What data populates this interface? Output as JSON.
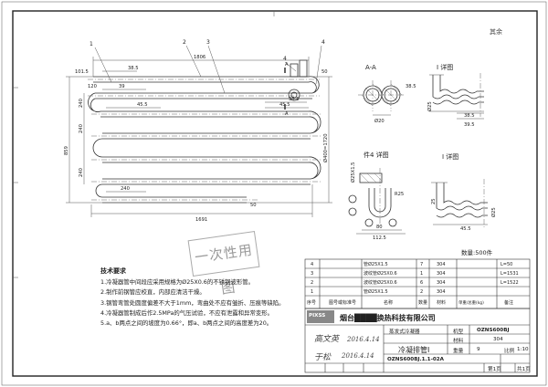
{
  "corner": {
    "label": "其余"
  },
  "views": {
    "aa_title": "A-A",
    "detail1_title": "Ⅰ 详图",
    "part4_title": "件4 详图",
    "detail2_title": "Ⅰ 详图"
  },
  "balloons": {
    "b1": "1",
    "b2": "2",
    "b3": "3",
    "b4": "4",
    "b4b": "4"
  },
  "dims": {
    "d1806": "1806",
    "d1015": "101.5",
    "d385a": "38.5",
    "d39": "39",
    "d455a": "45.5",
    "d50a": "50",
    "d455b": "45.5",
    "d385b": "38.5",
    "d120": "120",
    "d859": "859",
    "d240a": "240",
    "d240b": "240",
    "d240c": "240",
    "d240d": "240",
    "d50b": "50",
    "d1691": "1691",
    "dphi": "Ø400=1720",
    "dA": "A",
    "dA2": "A",
    "dphi20": "Ø20",
    "d385c": "38.5",
    "d25": "Ø25",
    "d385d": "38.5",
    "d395": "39.5",
    "d455c": "45.5",
    "dphi25a": "Ø25X1.5",
    "d80": "80",
    "d1125": "112.5",
    "dR": "R25",
    "d25b": "25",
    "dphi25b": "Ø25"
  },
  "quantity": "数量:500件",
  "stamp": "一次性用图",
  "notes": {
    "title": "技术要求",
    "lines": [
      "1.冷凝器管中间段应采用规格为Ø25X0.6的不锈钢波形管。",
      "2.制作前钢管应校直，内部应清洁干燥。",
      "3.钢管弯管处圆度偏差不大于1mm，弯曲处不应有皱折、压痕等缺陷。",
      "4.冷凝器管制成后作2.5MPa的气压试验，不应有泄露和异常变形。",
      "5.a、b两点之间的坡度为0.66°，即a、b两点之间的高度差为20。"
    ]
  },
  "bom": {
    "rows": [
      {
        "no": "4",
        "spec": "管Ø25X1.5",
        "qty": "7",
        "mat": "304",
        "note": "L=50"
      },
      {
        "no": "3",
        "spec": "波纹管Ø25X0.6",
        "qty": "1",
        "mat": "304",
        "note": "L=1531"
      },
      {
        "no": "2",
        "spec": "波纹管Ø25X0.6",
        "qty": "6",
        "mat": "304",
        "note": "L=1522"
      },
      {
        "no": "1",
        "spec": "管Ø25X1.5",
        "qty": "2",
        "mat": "304",
        "note": ""
      }
    ],
    "header": {
      "no": "序号",
      "code": "图号或标准号",
      "name": "名称",
      "qty": "数量",
      "mat": "材料",
      "weight": "单重/总重(kg)",
      "note": "备注"
    }
  },
  "titleblock": {
    "company": "烟台████换热科技有限公司",
    "project": "蒸发式冷凝器",
    "part_name": "冷凝排管Ⅰ",
    "model_label": "机型",
    "model": "OZNS600BJ",
    "material_label": "材料",
    "material": "304",
    "drawing_no": "OZNS600BJ.1.1-02A",
    "sheet": "第1页",
    "total": "共1页",
    "scale_label": "比例",
    "scale": "1:10",
    "weight_label": "重量",
    "weight": "9",
    "sig1": "高文英",
    "sig1_date": "2016.4.14",
    "sig2": "于松",
    "sig2_date": "2016.4.14",
    "brand": "PIXSS"
  }
}
